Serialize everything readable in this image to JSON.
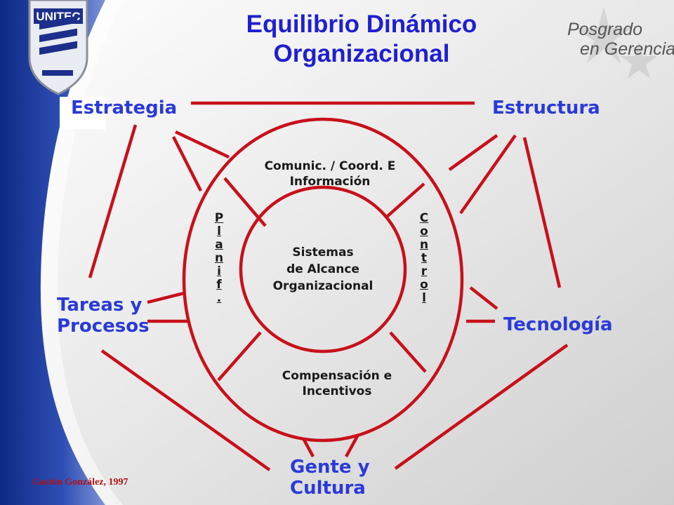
{
  "header": {
    "title_line1": "Equilibrio Dinámico",
    "title_line2": "Organizacional",
    "logo_text": "UNITEC",
    "brand_line1": "Posgrado",
    "brand_line2": "en Gerencia"
  },
  "nodes": {
    "estrategia": "Estrategia",
    "estructura": "Estructura",
    "tareas_line1": "Tareas y",
    "tareas_line2": "Procesos",
    "tecnologia": "Tecnología",
    "gente_line1": "Gente y",
    "gente_line2": "Cultura"
  },
  "ring": {
    "top_line1": "Comunic.  / Coord. E",
    "top_line2": "Información",
    "bottom_line1": "Compensación  e",
    "bottom_line2": "Incentivos",
    "left_vertical": [
      "P",
      "l",
      "a",
      "n",
      "i",
      "f",
      "."
    ],
    "right_vertical": [
      "C",
      "o",
      "n",
      "t",
      "r",
      "o",
      "l"
    ]
  },
  "center": {
    "line1": "Sistemas",
    "line2": "de Alcance",
    "line3": "Organizacional"
  },
  "footer": {
    "credit": "Gastón González, 1997"
  },
  "colors": {
    "title": "#1f1fd0",
    "nodes": "#2a3ad8",
    "lines": "#c8101a",
    "logo_blue": "#1d2f8a"
  }
}
